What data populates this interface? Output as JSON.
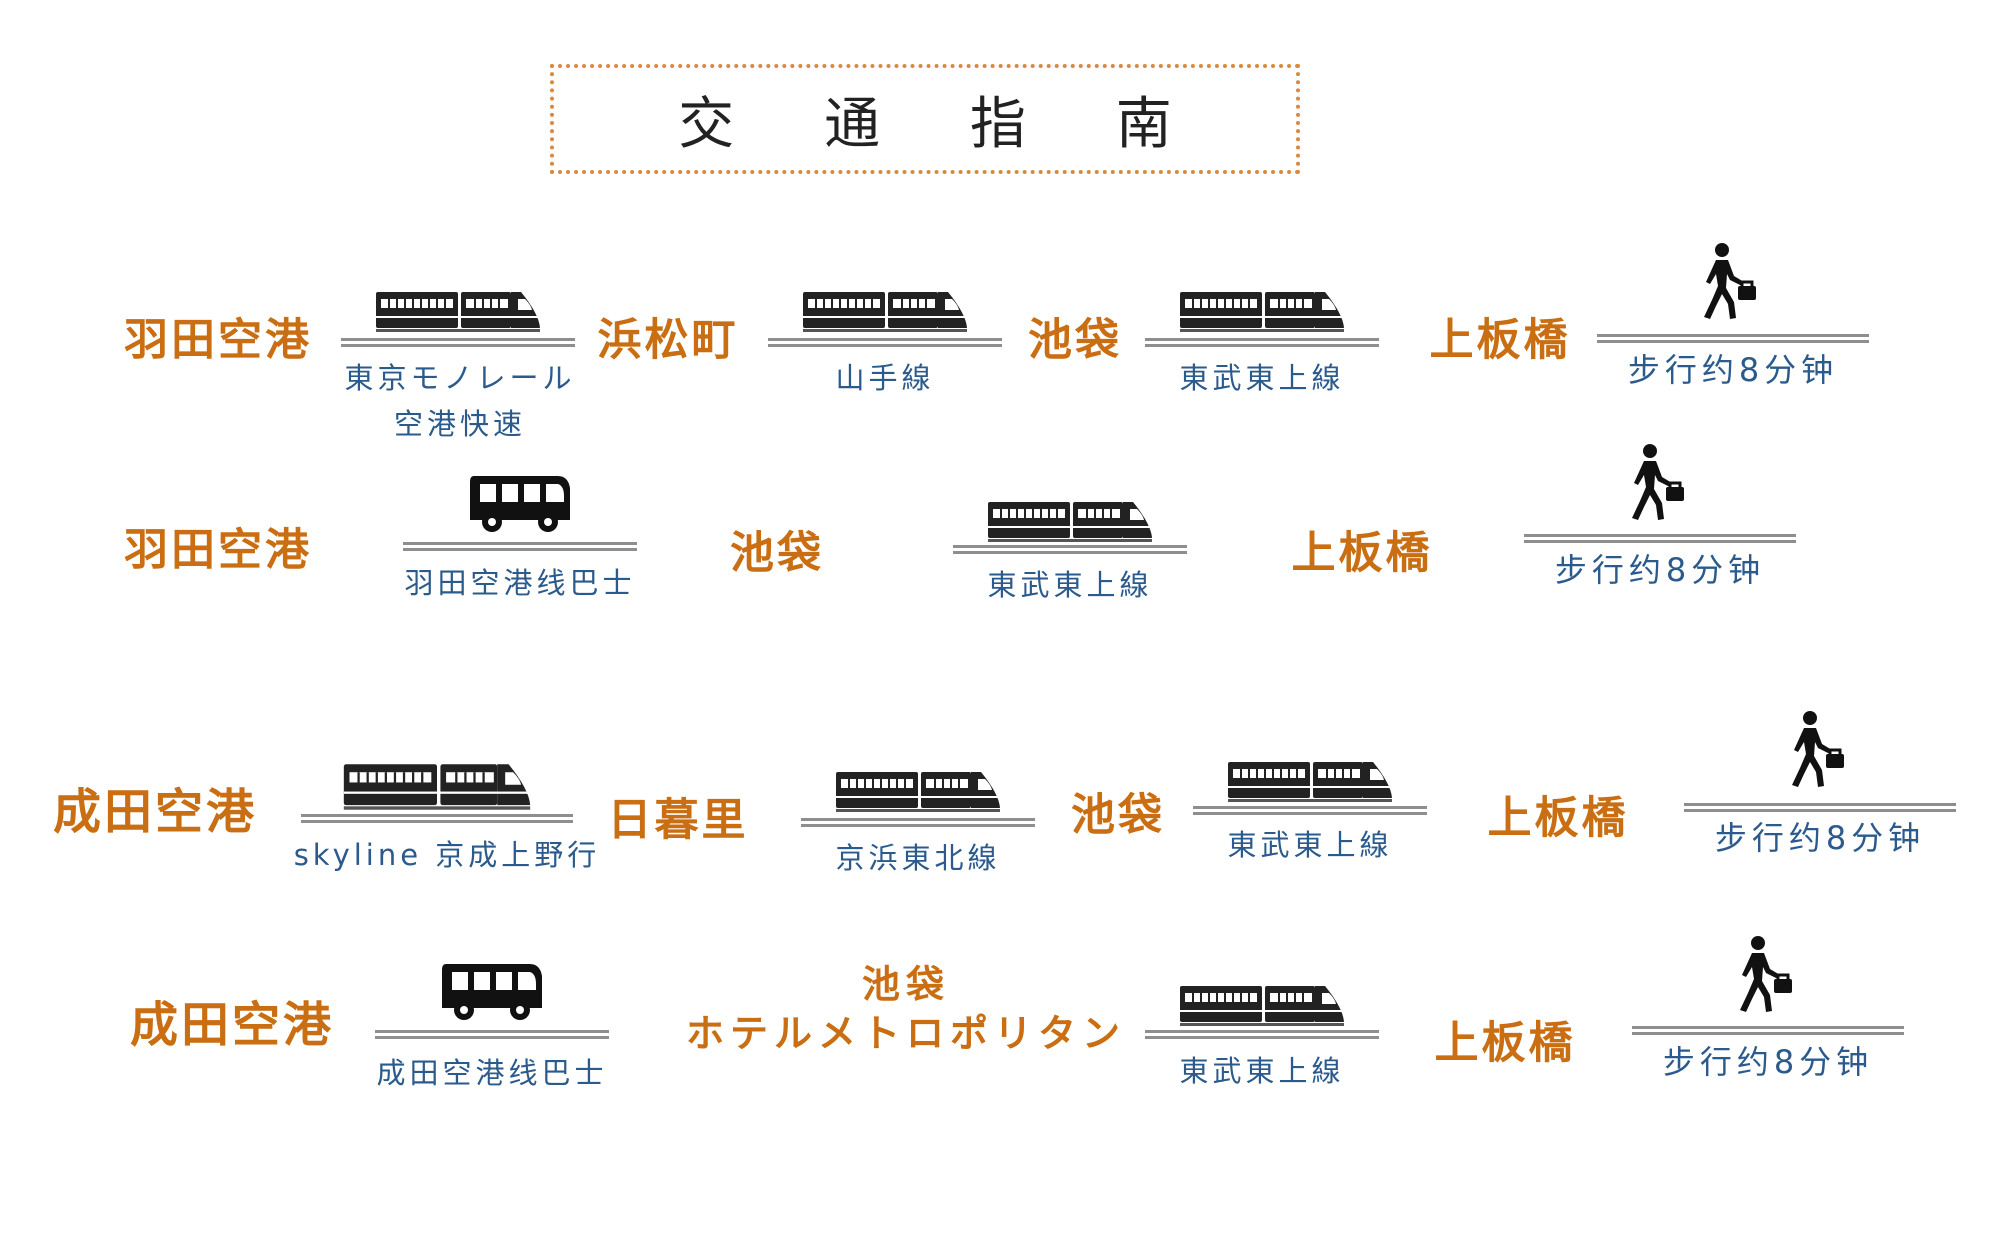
{
  "title": "交 通 指 南",
  "colors": {
    "station": "#c96e12",
    "line_label": "#2b5a8c",
    "border": "#d98a3c",
    "rail": "#8e8e8e"
  },
  "routes": [
    {
      "stations": [
        "羽田空港",
        "浜松町",
        "池袋",
        "上板橋"
      ],
      "links": [
        {
          "icon": "train-icon",
          "label": "東京モノレール\n空港快速"
        },
        {
          "icon": "train-icon",
          "label": "山手線"
        },
        {
          "icon": "train-icon",
          "label": "東武東上線"
        },
        {
          "icon": "walking-person-icon",
          "label": "步行约8分钟"
        }
      ]
    },
    {
      "stations": [
        "羽田空港",
        "池袋",
        "上板橋"
      ],
      "links": [
        {
          "icon": "bus-icon",
          "label": "羽田空港线巴士"
        },
        {
          "icon": "train-icon",
          "label": "東武東上線"
        },
        {
          "icon": "walking-person-icon",
          "label": "步行约8分钟"
        }
      ]
    },
    {
      "stations": [
        "成田空港",
        "日暮里",
        "池袋",
        "上板橋"
      ],
      "links": [
        {
          "icon": "train-icon",
          "label": "skyline 京成上野行"
        },
        {
          "icon": "train-icon",
          "label": "京浜東北線"
        },
        {
          "icon": "train-icon",
          "label": "東武東上線"
        },
        {
          "icon": "walking-person-icon",
          "label": "步行约8分钟"
        }
      ]
    },
    {
      "stations": [
        "成田空港",
        "池袋\nホテルメトロポリタン",
        "上板橋"
      ],
      "links": [
        {
          "icon": "bus-icon",
          "label": "成田空港线巴士"
        },
        {
          "icon": "train-icon",
          "label": "東武東上線"
        },
        {
          "icon": "walking-person-icon",
          "label": "步行约8分钟"
        }
      ]
    }
  ]
}
